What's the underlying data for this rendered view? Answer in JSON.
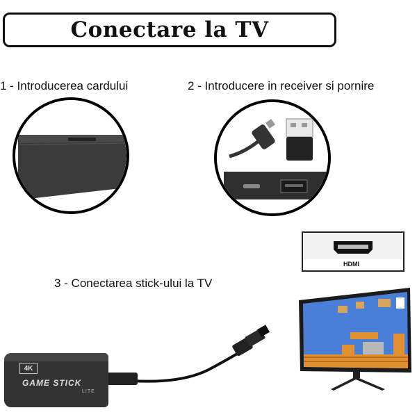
{
  "title": "Conectare la TV",
  "steps": [
    {
      "label": "1 - Introducerea cardului"
    },
    {
      "label": "2 - Introducere in receiver si pornire"
    },
    {
      "label": "3 - Conectarea stick-ului la TV"
    }
  ],
  "hdmi_port": {
    "label": "HDMI"
  },
  "stick": {
    "badge_top": "4K",
    "brand": "GAME STICK",
    "model": "LITE"
  },
  "colors": {
    "text": "#111111",
    "device": "#3a3a3a",
    "tv_screen": "#4a7fd8",
    "ground": "#e09030"
  }
}
